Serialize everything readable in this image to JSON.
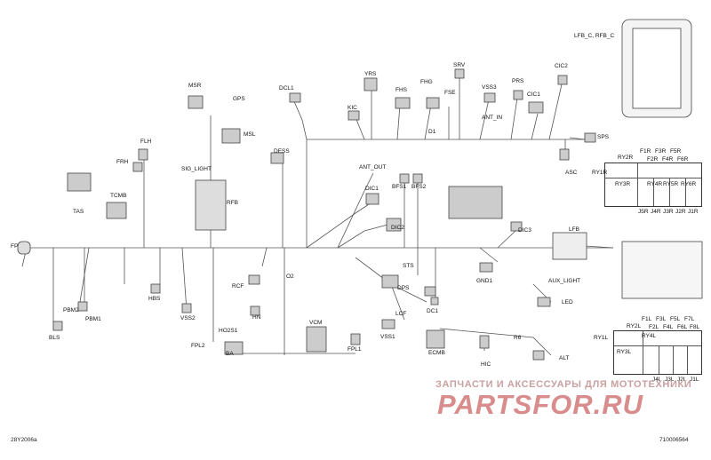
{
  "diagram": {
    "connectors": [
      {
        "id": "lfb-c",
        "text": "LFB_C, RFB_C"
      },
      {
        "id": "msr",
        "text": "MSR"
      },
      {
        "id": "gps",
        "text": "GPS"
      },
      {
        "id": "msl",
        "text": "MSL"
      },
      {
        "id": "sig-light",
        "text": "SIG_LIGHT"
      },
      {
        "id": "dcl1",
        "text": "DCL1"
      },
      {
        "id": "yrs",
        "text": "YRS"
      },
      {
        "id": "kic",
        "text": "KIC"
      },
      {
        "id": "fhs",
        "text": "FHS"
      },
      {
        "id": "fhg",
        "text": "FHG"
      },
      {
        "id": "srv",
        "text": "SRV"
      },
      {
        "id": "fse",
        "text": "FSE"
      },
      {
        "id": "vss3",
        "text": "VSS3"
      },
      {
        "id": "prs",
        "text": "PRS"
      },
      {
        "id": "cic2",
        "text": "CIC2"
      },
      {
        "id": "cic1",
        "text": "CIC1"
      },
      {
        "id": "ant-in",
        "text": "ANT_IN"
      },
      {
        "id": "d1",
        "text": "D1"
      },
      {
        "id": "sps",
        "text": "SPS"
      },
      {
        "id": "asc",
        "text": "ASC"
      },
      {
        "id": "flh",
        "text": "FLH"
      },
      {
        "id": "frh",
        "text": "FRH"
      },
      {
        "id": "tcmb",
        "text": "TCMB"
      },
      {
        "id": "tas",
        "text": "TAS"
      },
      {
        "id": "rfb",
        "text": "RFB"
      },
      {
        "id": "dess",
        "text": "DESS"
      },
      {
        "id": "ant-out",
        "text": "ANT_OUT"
      },
      {
        "id": "dic1",
        "text": "DIC1"
      },
      {
        "id": "bfs1",
        "text": "BFS1"
      },
      {
        "id": "bfs2",
        "text": "BFS2"
      },
      {
        "id": "dic2",
        "text": "DIC2"
      },
      {
        "id": "dic3",
        "text": "DIC3"
      },
      {
        "id": "lfb",
        "text": "LFB"
      },
      {
        "id": "fp",
        "text": "FP"
      },
      {
        "id": "sts",
        "text": "STS"
      },
      {
        "id": "gnd1",
        "text": "GND1"
      },
      {
        "id": "aux-light",
        "text": "AUX_LIGHT"
      },
      {
        "id": "led",
        "text": "LED"
      },
      {
        "id": "rcf",
        "text": "RCF"
      },
      {
        "id": "o2",
        "text": "O2"
      },
      {
        "id": "dps",
        "text": "DPS"
      },
      {
        "id": "lcf",
        "text": "LCF"
      },
      {
        "id": "dc1",
        "text": "DC1"
      },
      {
        "id": "hbs",
        "text": "HBS"
      },
      {
        "id": "pbm2",
        "text": "PBM2"
      },
      {
        "id": "pbm1",
        "text": "PBM1"
      },
      {
        "id": "vss2",
        "text": "VSS2"
      },
      {
        "id": "hn",
        "text": "HN"
      },
      {
        "id": "ho2s1",
        "text": "HO2S1"
      },
      {
        "id": "fpl2",
        "text": "FPL2"
      },
      {
        "id": "ba",
        "text": "BA"
      },
      {
        "id": "vcm",
        "text": "VCM"
      },
      {
        "id": "fpl1",
        "text": "FPL1"
      },
      {
        "id": "vss1",
        "text": "VSS1"
      },
      {
        "id": "ecmb",
        "text": "ECMB"
      },
      {
        "id": "hic",
        "text": "HIC"
      },
      {
        "id": "r6",
        "text": "R6"
      },
      {
        "id": "alt",
        "text": "ALT"
      },
      {
        "id": "bls",
        "text": "BLS"
      }
    ],
    "relay_box_right": {
      "labels": [
        "RY2R",
        "F1R",
        "F2R",
        "F3R",
        "F4R",
        "F5R",
        "F6R",
        "RY1R",
        "RY3R",
        "RY4R",
        "RY5R",
        "RY6R",
        "J5R",
        "J4R",
        "J3R",
        "J2R",
        "J1R"
      ]
    },
    "relay_box_left": {
      "labels": [
        "F1L",
        "F3L",
        "F5L",
        "F7L",
        "RY2L",
        "F2L",
        "F4L",
        "F6L",
        "F8L",
        "RY1L",
        "RY4L",
        "RY3L",
        "J4L",
        "J3L",
        "J2L",
        "J1L"
      ]
    },
    "watermark": {
      "subtitle": "ЗАПЧАСТИ И АКСЕССУАРЫ ДЛЯ МОТОТЕХНИКИ",
      "logo": "PARTSFOR.RU"
    },
    "footer": {
      "left_code": "28Y2006a",
      "right_code": "710006564"
    }
  }
}
